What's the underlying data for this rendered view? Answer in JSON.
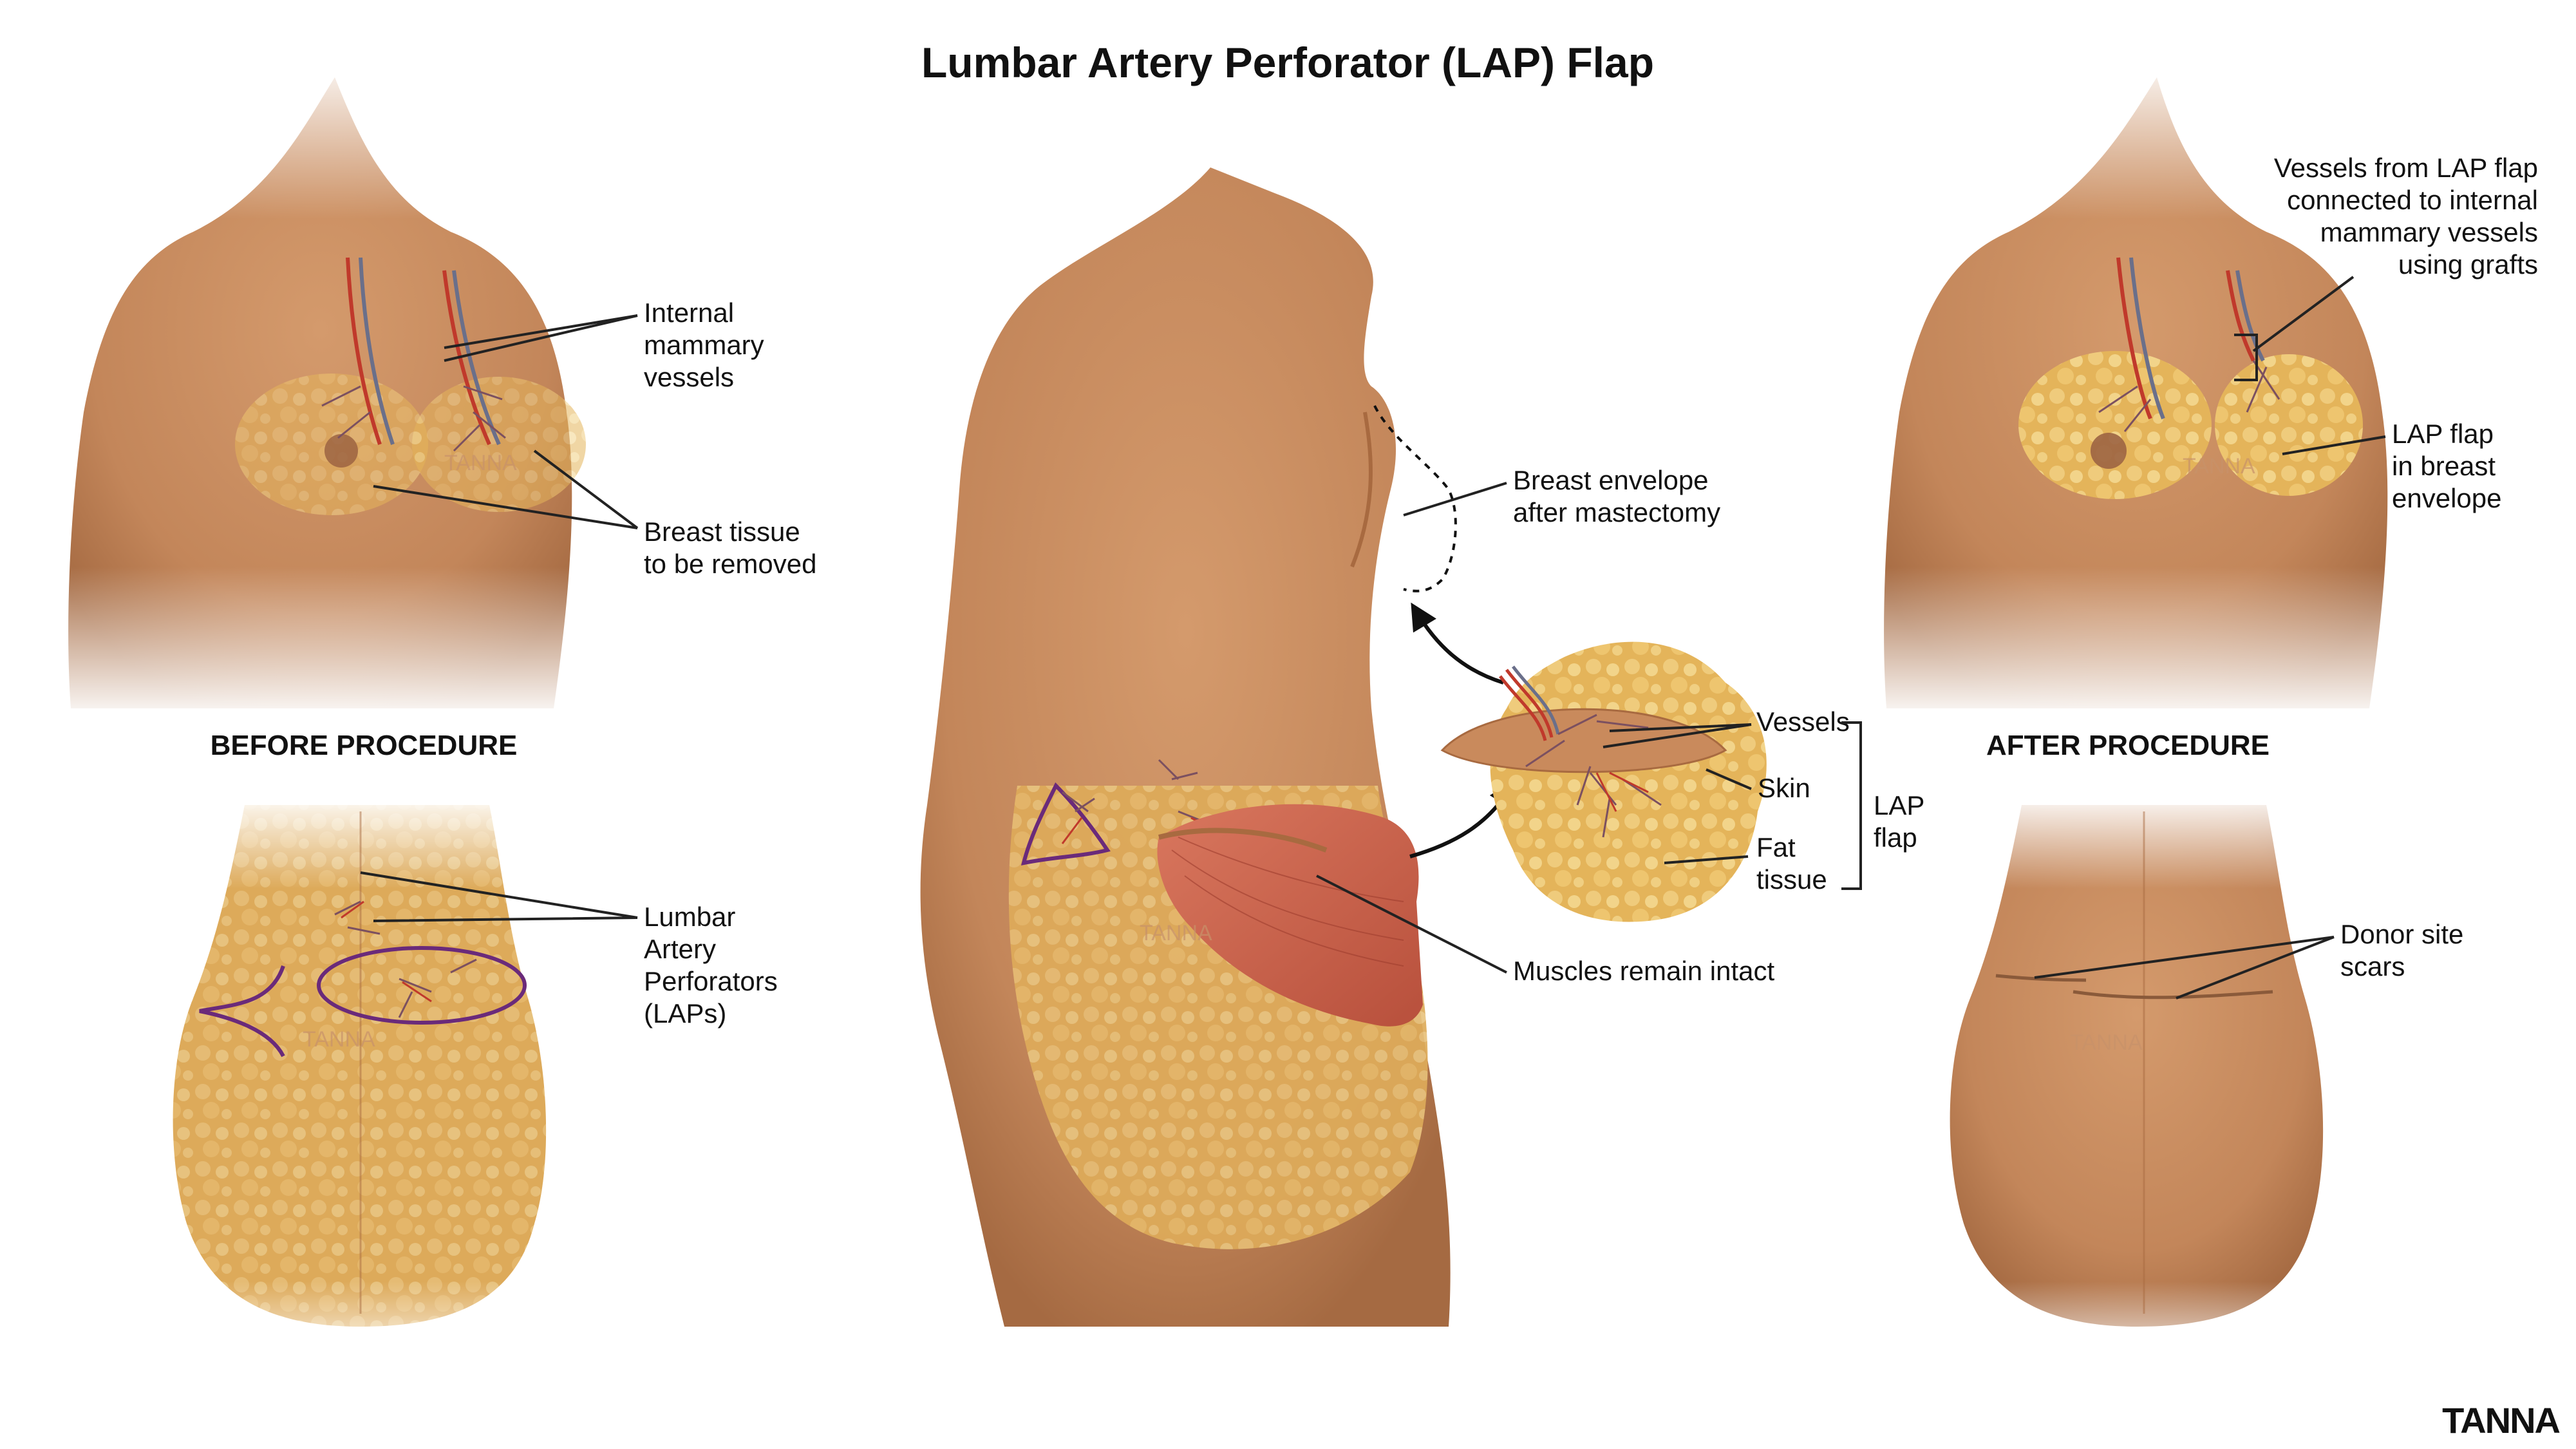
{
  "title": "Lumbar Artery Perforator (LAP) Flap",
  "sections": {
    "before": "BEFORE PROCEDURE",
    "after": "AFTER PROCEDURE"
  },
  "labels": {
    "internal_mammary": [
      "Internal",
      "mammary",
      "vessels"
    ],
    "breast_tissue": [
      "Breast tissue",
      "to be removed"
    ],
    "lumbar_perforators": [
      "Lumbar",
      "Artery",
      "Perforators",
      "(LAPs)"
    ],
    "breast_envelope": [
      "Breast envelope",
      "after mastectomy"
    ],
    "vessels": "Vessels",
    "skin": "Skin",
    "fat_tissue": [
      "Fat",
      "tissue"
    ],
    "lap_flap_bracket": [
      "LAP",
      "flap"
    ],
    "muscles_intact": "Muscles remain intact",
    "vessels_connected": [
      "Vessels from LAP flap",
      "connected to internal",
      "mammary vessels",
      "using grafts"
    ],
    "lap_flap_envelope": [
      "LAP flap",
      "in breast",
      "envelope"
    ],
    "donor_scars": [
      "Donor site",
      "scars"
    ]
  },
  "watermark": "TANNA",
  "brand": "TANNA",
  "colors": {
    "skin": "#c98a5c",
    "skin_dark": "#a86a40",
    "fat": "#e6b85c",
    "fat_light": "#f2d48a",
    "muscle": "#c8604a",
    "artery": "#c0392b",
    "vein": "#6a6f8a",
    "incision": "#6a2a7a",
    "text": "#111111"
  }
}
